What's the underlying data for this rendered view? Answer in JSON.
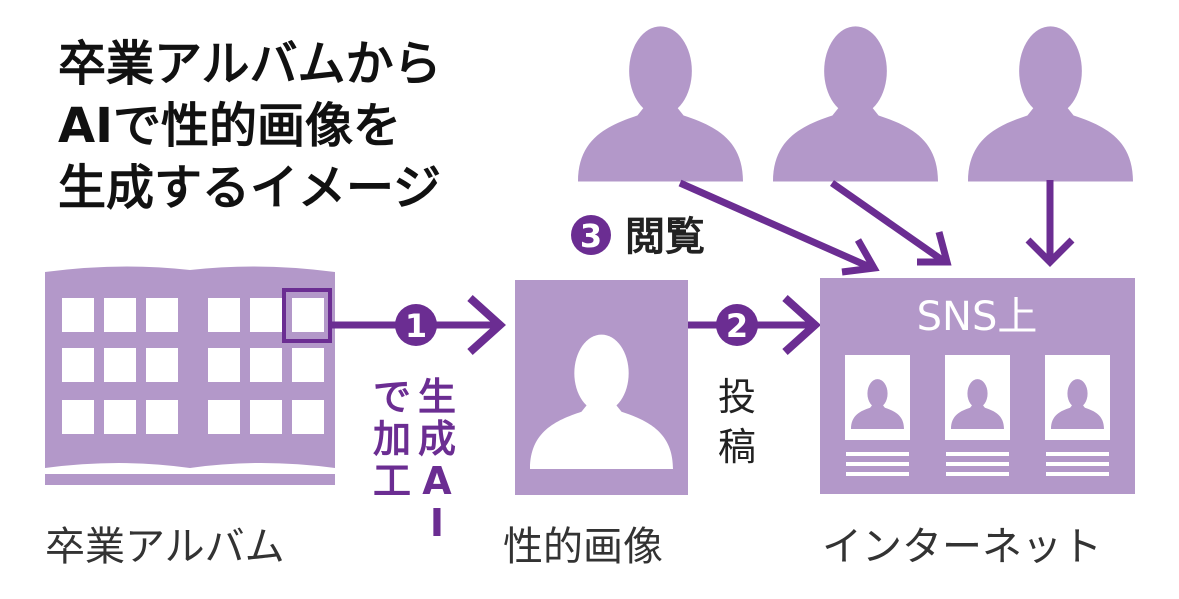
{
  "title": {
    "lines": [
      "卒業アルバムから",
      "AIで性的画像を",
      "生成するイメージ"
    ]
  },
  "steps": {
    "step1": {
      "number": "1",
      "label_col1": [
        "生",
        "成",
        "A",
        "I"
      ],
      "label_col2": [
        "で",
        "加",
        "工"
      ]
    },
    "step2": {
      "number": "2",
      "label": [
        "投",
        "稿"
      ]
    },
    "step3": {
      "number": "3",
      "label": "閲覧"
    }
  },
  "nodes": {
    "album": "卒業アルバム",
    "image": "性的画像",
    "internet": "インターネット",
    "sns": "SNS上"
  },
  "colors": {
    "light_purple": "#b398c9",
    "dark_purple": "#6b2d92",
    "text": "#222222"
  }
}
